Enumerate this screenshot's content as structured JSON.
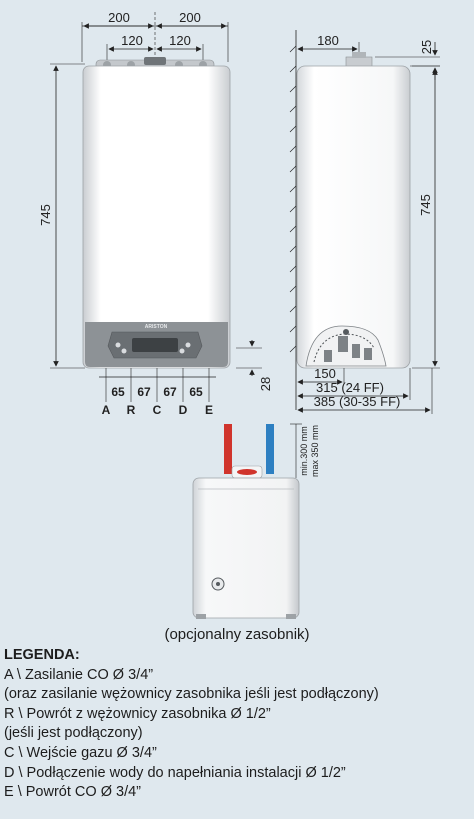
{
  "dimensions": {
    "front_width_left": "200",
    "front_width_right": "200",
    "front_inner_left": "120",
    "front_inner_right": "120",
    "front_height": "745",
    "side_top_offset": "180",
    "side_top_gap": "25",
    "side_height": "745",
    "bottom_gap": "28",
    "spacing_1": "65",
    "spacing_2": "67",
    "spacing_3": "67",
    "spacing_4": "65",
    "side_bottom_150": "150",
    "side_depth_24": "315 (24 FF)",
    "side_depth_30": "385 (30-35 FF)",
    "tank_min": "min.300 mm",
    "tank_max": "max 350 mm"
  },
  "connection_labels": [
    "A",
    "R",
    "C",
    "D",
    "E"
  ],
  "brand_text": "ARISTON",
  "caption": "(opcjonalny zasobnik)",
  "legend": {
    "title": "LEGENDA:",
    "lines": [
      "A \\ Zasilanie CO Ø 3/4”",
      "(oraz zasilanie wężownicy zasobnika jeśli jest podłączony)",
      "R \\ Powrót z wężownicy zasobnika Ø 1/2”",
      "(jeśli jest podłączony)",
      "C \\ Wejście gazu Ø 3/4”",
      "D \\ Podłączenie wody do napełniania instalacji Ø 1/2”",
      "E \\ Powrót CO Ø 3/4”"
    ]
  },
  "colors": {
    "background": "#dfe8ee",
    "pipe_hot": "#d0342c",
    "pipe_cold": "#2d7fc1",
    "panel_grey": "#8d9296"
  }
}
